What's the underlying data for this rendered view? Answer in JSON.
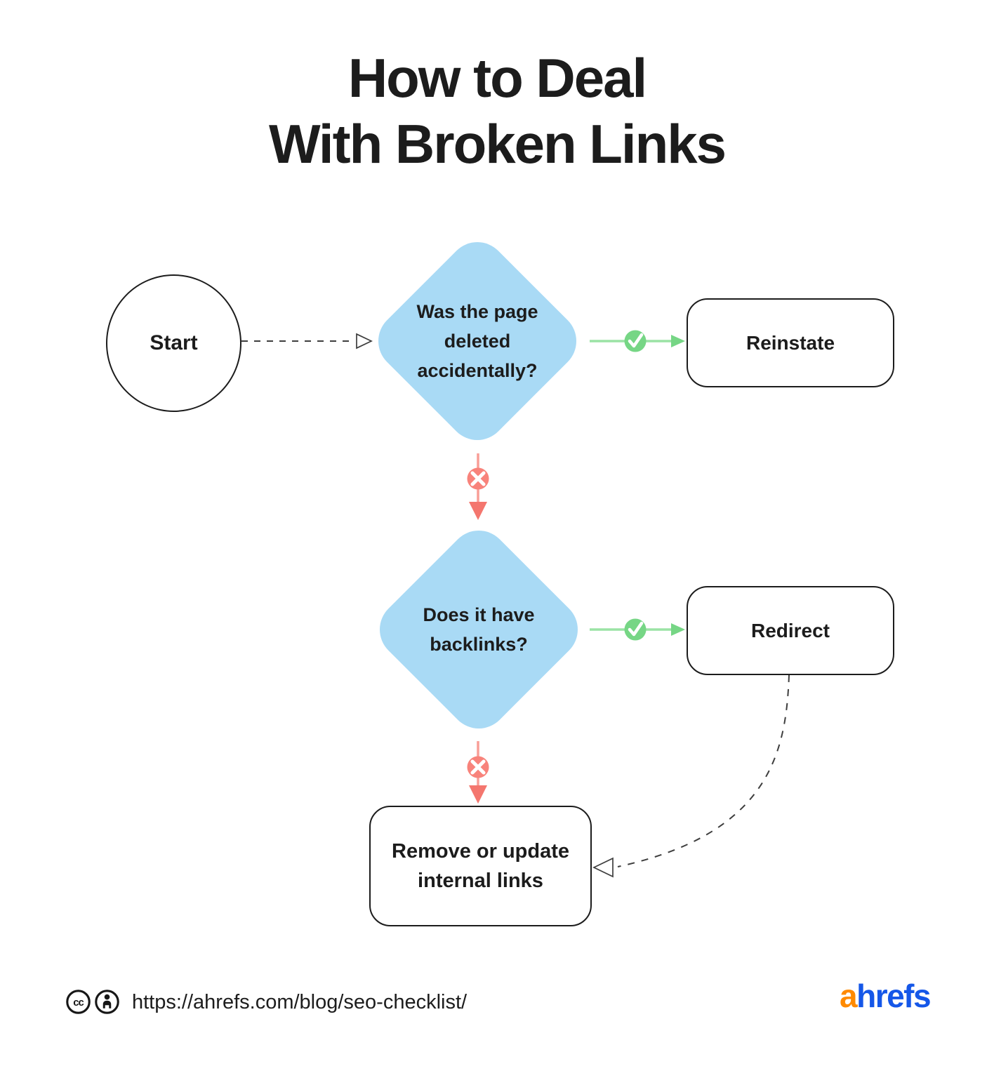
{
  "title": {
    "line1": "How to Deal",
    "line2": "With Broken Links"
  },
  "flowchart": {
    "start_label": "Start",
    "decision1": "Was the page deleted accidentally?",
    "decision2": "Does it have backlinks?",
    "outcome_reinstate": "Reinstate",
    "outcome_redirect": "Redirect",
    "outcome_remove": "Remove or update internal links",
    "edges": [
      {
        "from": "Start",
        "to": "Was the page deleted accidentally?",
        "style": "dashed-arrow"
      },
      {
        "from": "Was the page deleted accidentally?",
        "to": "Reinstate",
        "answer": "yes",
        "marker": "check-circle-icon"
      },
      {
        "from": "Was the page deleted accidentally?",
        "to": "Does it have backlinks?",
        "answer": "no",
        "marker": "cross-circle-icon"
      },
      {
        "from": "Does it have backlinks?",
        "to": "Redirect",
        "answer": "yes",
        "marker": "check-circle-icon"
      },
      {
        "from": "Does it have backlinks?",
        "to": "Remove or update internal links",
        "answer": "no",
        "marker": "cross-circle-icon"
      },
      {
        "from": "Redirect",
        "to": "Remove or update internal links",
        "style": "dashed-arrow"
      }
    ]
  },
  "footer": {
    "cc_label": "cc",
    "url": "https://ahrefs.com/blog/seo-checklist/",
    "logo_a": "a",
    "logo_rest": "hrefs"
  },
  "icons": {
    "license": [
      "cc-icon",
      "attribution-icon"
    ],
    "yes_marker": "check-circle-icon",
    "no_marker": "cross-circle-icon"
  },
  "colors": {
    "ink": "#1C1C1C",
    "diamond_blue": "#A9DAF5",
    "green": "#76D685",
    "green_line": "#9BE3A5",
    "red": "#F8837B",
    "red_line": "#F99E97",
    "red_arrow": "#F4766E",
    "line_gray": "#3E3E3E",
    "logo_orange": "#FF8A00",
    "logo_blue": "#1557E8"
  }
}
